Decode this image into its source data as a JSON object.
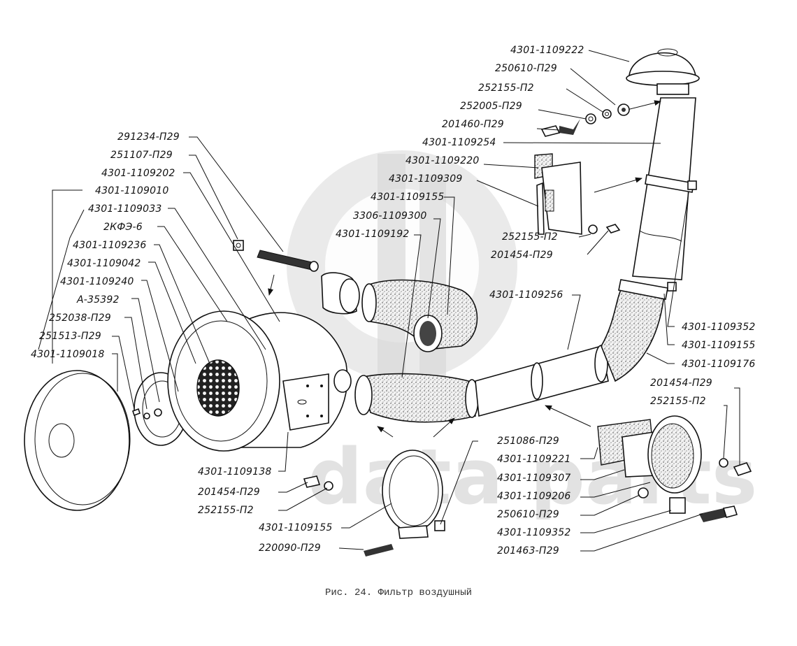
{
  "figure": {
    "caption": "Рис. 24. Фильтр воздушный",
    "watermark_text": "data parts"
  },
  "labels": [
    {
      "id": "l1",
      "text": "4301-1109222"
    },
    {
      "id": "l2",
      "text": "250610-П29"
    },
    {
      "id": "l3",
      "text": "252155-П2"
    },
    {
      "id": "l4",
      "text": "252005-П29"
    },
    {
      "id": "l5",
      "text": "201460-П29"
    },
    {
      "id": "l6",
      "text": "4301-1109254"
    },
    {
      "id": "l7",
      "text": "4301-1109220"
    },
    {
      "id": "l8",
      "text": "4301-1109309"
    },
    {
      "id": "l9",
      "text": "4301-1109155"
    },
    {
      "id": "l10",
      "text": "3306-1109300"
    },
    {
      "id": "l11",
      "text": "4301-1109192"
    },
    {
      "id": "l12",
      "text": "252155-П2"
    },
    {
      "id": "l13",
      "text": "201454-П29"
    },
    {
      "id": "l14",
      "text": "4301-1109256"
    },
    {
      "id": "l15",
      "text": "4301-1109352"
    },
    {
      "id": "l16",
      "text": "4301-1109155"
    },
    {
      "id": "l17",
      "text": "4301-1109176"
    },
    {
      "id": "l18",
      "text": "201454-П29"
    },
    {
      "id": "l19",
      "text": "252155-П2"
    },
    {
      "id": "l20",
      "text": "291234-П29"
    },
    {
      "id": "l21",
      "text": "251107-П29"
    },
    {
      "id": "l22",
      "text": "4301-1109202"
    },
    {
      "id": "l23",
      "text": "4301-1109010"
    },
    {
      "id": "l24",
      "text": "4301-1109033"
    },
    {
      "id": "l25",
      "text": "2КФЭ-6"
    },
    {
      "id": "l26",
      "text": "4301-1109236"
    },
    {
      "id": "l27",
      "text": "4301-1109042"
    },
    {
      "id": "l28",
      "text": "4301-1109240"
    },
    {
      "id": "l29",
      "text": "А-35392"
    },
    {
      "id": "l30",
      "text": "252038-П29"
    },
    {
      "id": "l31",
      "text": "251513-П29"
    },
    {
      "id": "l32",
      "text": "4301-1109018"
    },
    {
      "id": "l33",
      "text": "4301-1109138"
    },
    {
      "id": "l34",
      "text": "201454-П29"
    },
    {
      "id": "l35",
      "text": "252155-П2"
    },
    {
      "id": "l36",
      "text": "4301-1109155"
    },
    {
      "id": "l37",
      "text": "220090-П29"
    },
    {
      "id": "l38",
      "text": "251086-П29"
    },
    {
      "id": "l39",
      "text": "4301-1109221"
    },
    {
      "id": "l40",
      "text": "4301-1109307"
    },
    {
      "id": "l41",
      "text": "4301-1109206"
    },
    {
      "id": "l42",
      "text": "250610-П29"
    },
    {
      "id": "l43",
      "text": "4301-1109352"
    },
    {
      "id": "l44",
      "text": "201463-П29"
    }
  ]
}
